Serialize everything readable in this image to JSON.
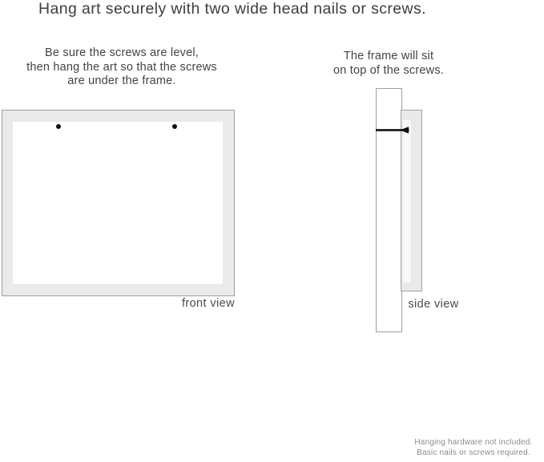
{
  "title": "Hang art securely with two wide head nails or screws.",
  "front_view": {
    "instruction_lines": [
      "Be sure the screws are level,",
      "then hang the art so that the screws",
      "are under the frame."
    ],
    "label": "front view",
    "screw_count": 2
  },
  "side_view": {
    "instruction_lines": [
      "The frame will sit",
      "on top of the screws."
    ],
    "label": "side view"
  },
  "footer": {
    "lines": [
      "Hanging hardware not included.",
      "Basic nails or screws required."
    ]
  },
  "colors": {
    "background": "#ffffff",
    "frame_fill": "#eaeaea",
    "frame_border": "#9e9e9e",
    "text_primary": "#3d3d3d",
    "text_footer": "#8a8a8a",
    "nail": "#111111"
  }
}
